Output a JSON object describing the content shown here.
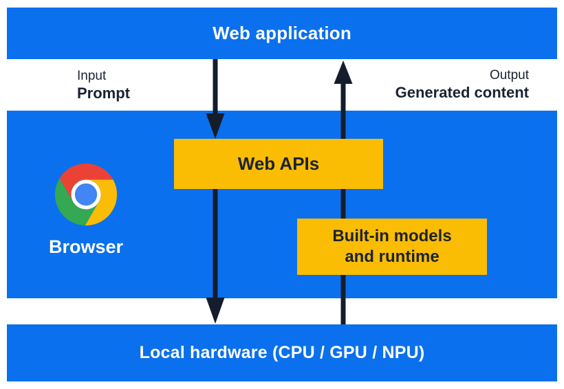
{
  "diagram": {
    "title_layer": "Web application",
    "bottom_layer": "Local hardware (CPU / GPU / NPU)",
    "browser_label": "Browser",
    "boxes": {
      "web_apis": "Web APIs",
      "builtin_line1": "Built-in models",
      "builtin_line2": "and runtime"
    },
    "io": {
      "input_caption": "Input",
      "input_value": "Prompt",
      "output_caption": "Output",
      "output_value": "Generated content"
    },
    "icons": [
      "chrome-logo-icon",
      "down-arrow-icon",
      "up-arrow-icon"
    ],
    "colors": {
      "panel_blue": "#0a70ee",
      "accent_yellow": "#fbbc04",
      "dark_navy": "#1a2332",
      "arrow_dark": "#151d2c",
      "chrome_red": "#ea4335",
      "chrome_green": "#34a853",
      "chrome_yellow": "#fbbc05",
      "chrome_blue": "#4285f4",
      "white": "#ffffff"
    }
  }
}
